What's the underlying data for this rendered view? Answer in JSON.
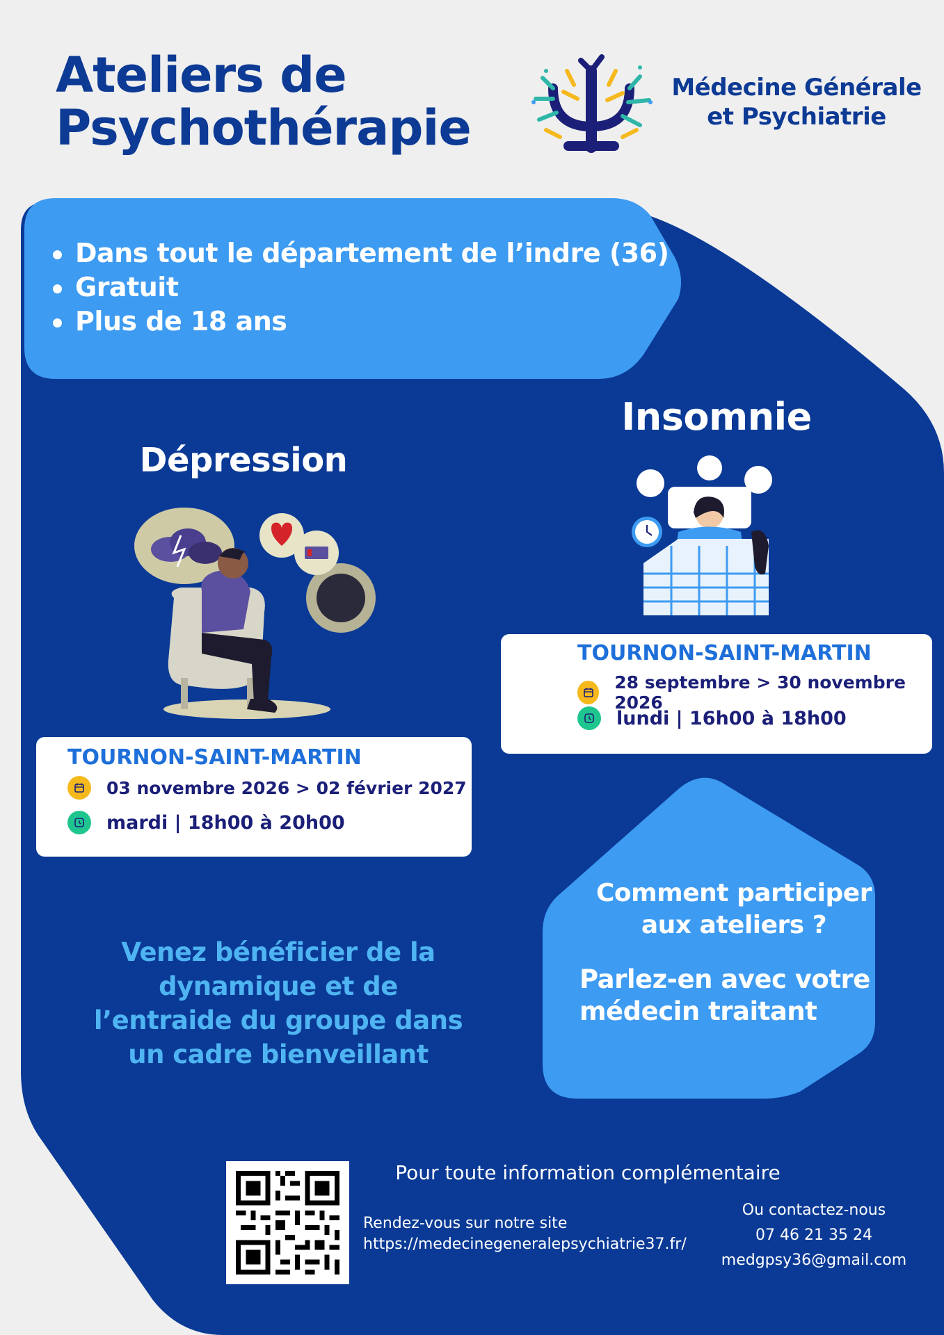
{
  "header": {
    "title_line1": "Ateliers de",
    "title_line2": "Psychothérapie",
    "logo_line1": "Médecine Générale",
    "logo_line2": "et Psychiatrie"
  },
  "intro": {
    "bullets": [
      "Dans tout le département de l’indre (36)",
      "Gratuit",
      "Plus de 18 ans"
    ]
  },
  "depression": {
    "title": "Dépression",
    "illustration_icon": "sad-person-illustration",
    "city": "TOURNON-SAINT-MARTIN",
    "dates": "03 novembre 2026  > 02 février 2027",
    "schedule": "mardi | 18h00 à 20h00"
  },
  "insomnie": {
    "title": "Insomnie",
    "illustration_icon": "sleepless-person-illustration",
    "city": "TOURNON-SAINT-MARTIN",
    "dates": "28 septembre > 30 novembre 2026",
    "schedule": "lundi | 16h00 à 18h00"
  },
  "participate": {
    "question_line1": "Comment participer",
    "question_line2": "aux ateliers ?",
    "answer_line1": "Parlez-en avec votre",
    "answer_line2": "médecin traitant"
  },
  "tagline": {
    "line1": "Venez bénéficier de la",
    "line2": "dynamique et de",
    "line3": "l’entraide du groupe dans",
    "line4": "un cadre bienveillant"
  },
  "footer": {
    "info_title": "Pour toute information complémentaire",
    "site_label": "Rendez-vous sur notre site",
    "site_url": "https://medecinegeneralepsychiatrie37.fr/",
    "contact_label": "Ou contactez-nous",
    "phone": "07 46 21 35 24",
    "email": "medgpsy36@gmail.com",
    "qr_icon": "qr-code-icon"
  },
  "colors": {
    "dark_blue": "#0c3a94",
    "mid_blue": "#3d9bf2",
    "light_text_blue": "#4fb4f2",
    "card_city": "#1e6fd9",
    "calendar_badge": "#f5b91d",
    "clock_badge": "#1fc58f"
  }
}
